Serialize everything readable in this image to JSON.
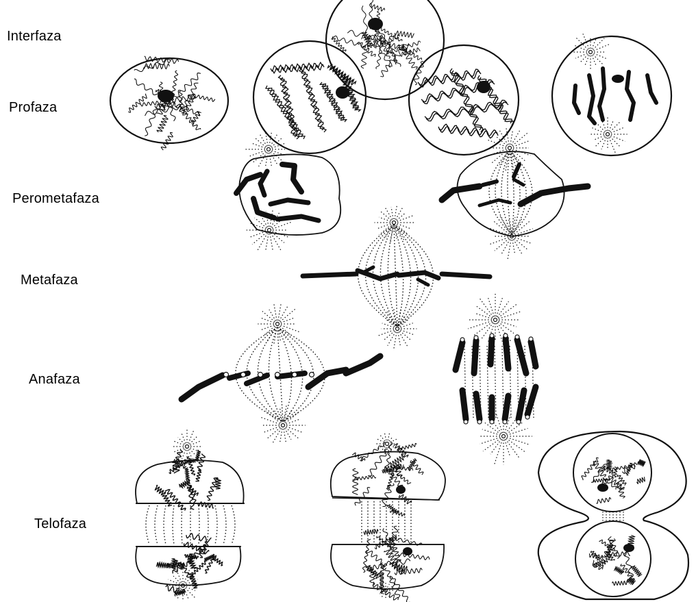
{
  "stages": {
    "interphase": "Interfaza",
    "prophase": "Profaza",
    "prometaphase": "Perometafaza",
    "metaphase": "Metafaza",
    "anaphase": "Anafaza",
    "telophase": "Telofaza"
  },
  "ink_color": "#111111"
}
